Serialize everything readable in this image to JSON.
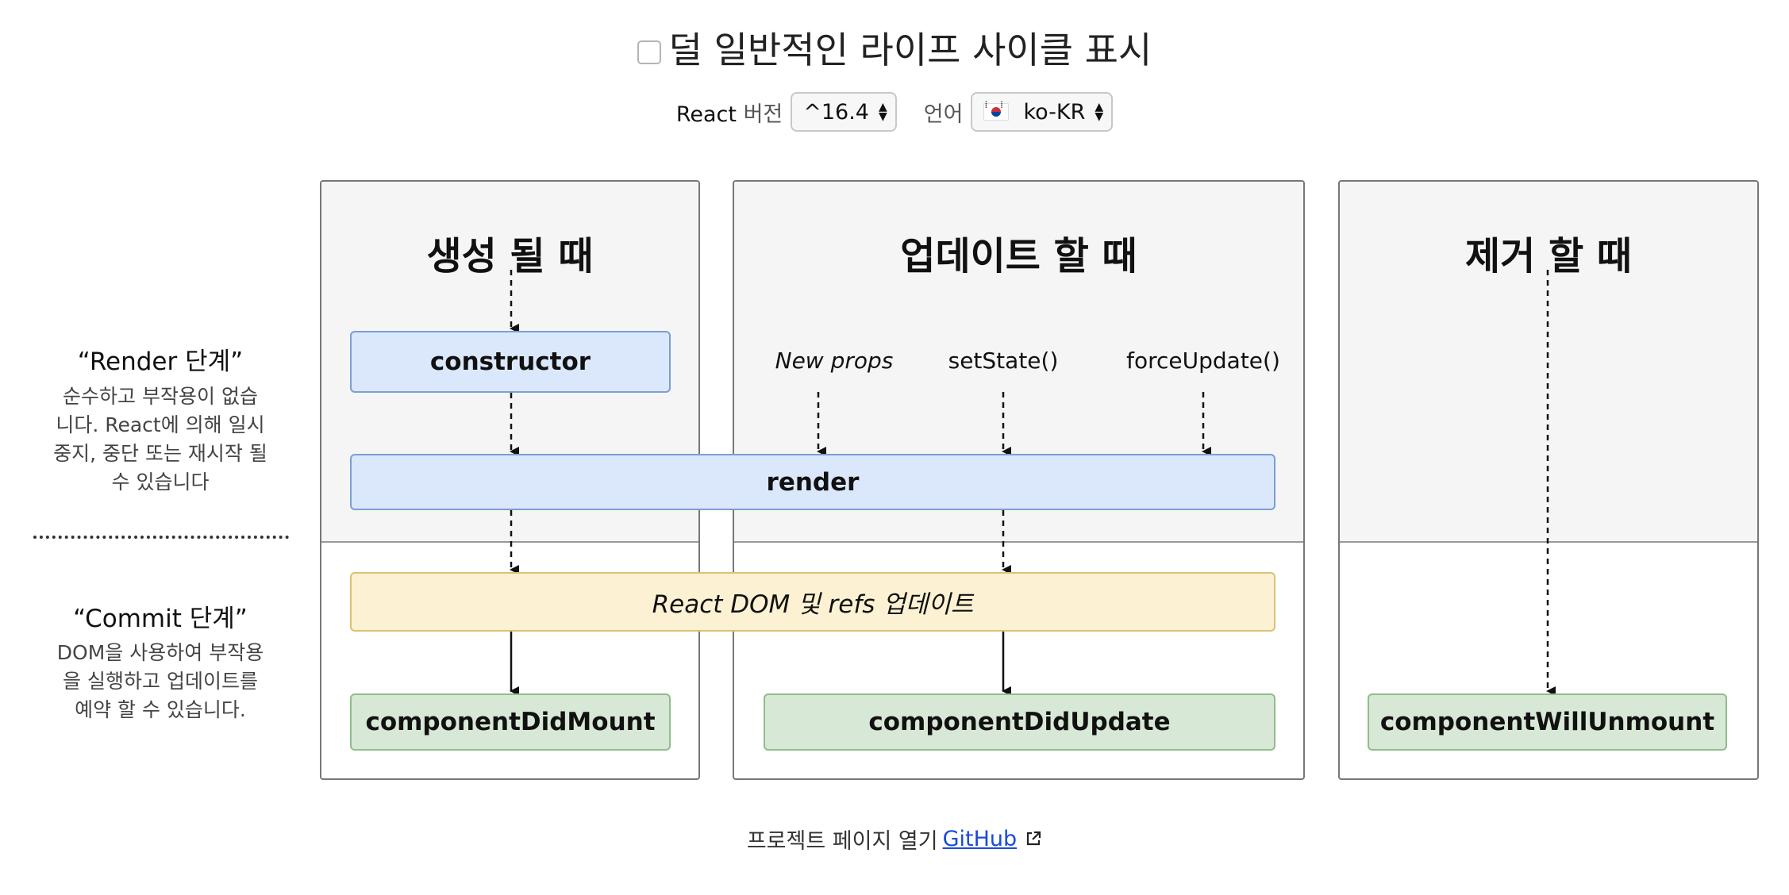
{
  "header": {
    "toggle_label": "덜 일반적인 라이프 사이클 표시",
    "version_label_en": "React",
    "version_label_ko": "버전",
    "version_value": "^16.4",
    "language_label": "언어",
    "language_value": "ko-KR"
  },
  "phases": {
    "render": {
      "title": "“Render 단계”",
      "description_lines": [
        "순수하고 부작용이 없습",
        "니다. React에 의해 일시",
        "중지, 중단 또는 재시작 될",
        "수 있습니다"
      ]
    },
    "commit": {
      "title": "“Commit 단계”",
      "description_lines": [
        "DOM을 사용하여 부작용",
        "을 실행하고 업데이트를",
        "예약 할 수 있습니다."
      ]
    }
  },
  "columns": {
    "mounting": {
      "title": "생성 될 때"
    },
    "updating": {
      "title": "업데이트 할 때"
    },
    "unmounting": {
      "title": "제거 할 때"
    }
  },
  "triggers": {
    "new_props": "New props",
    "set_state": "setState()",
    "force_update": "forceUpdate()"
  },
  "methods": {
    "constructor": "constructor",
    "render": "render",
    "react_dom_update": "React DOM 및 refs 업데이트",
    "component_did_mount": "componentDidMount",
    "component_did_update": "componentDidUpdate",
    "component_will_unmount": "componentWillUnmount"
  },
  "footer": {
    "text": "프로젝트 페이지 열기",
    "link_text": "GitHub"
  },
  "colors": {
    "render_box": "#dbe8fb",
    "commit_box": "#d8e8d6",
    "dom_update_box": "#fcf2d3",
    "render_phase_bg": "#f5f5f5",
    "link": "#1a4bd8"
  }
}
